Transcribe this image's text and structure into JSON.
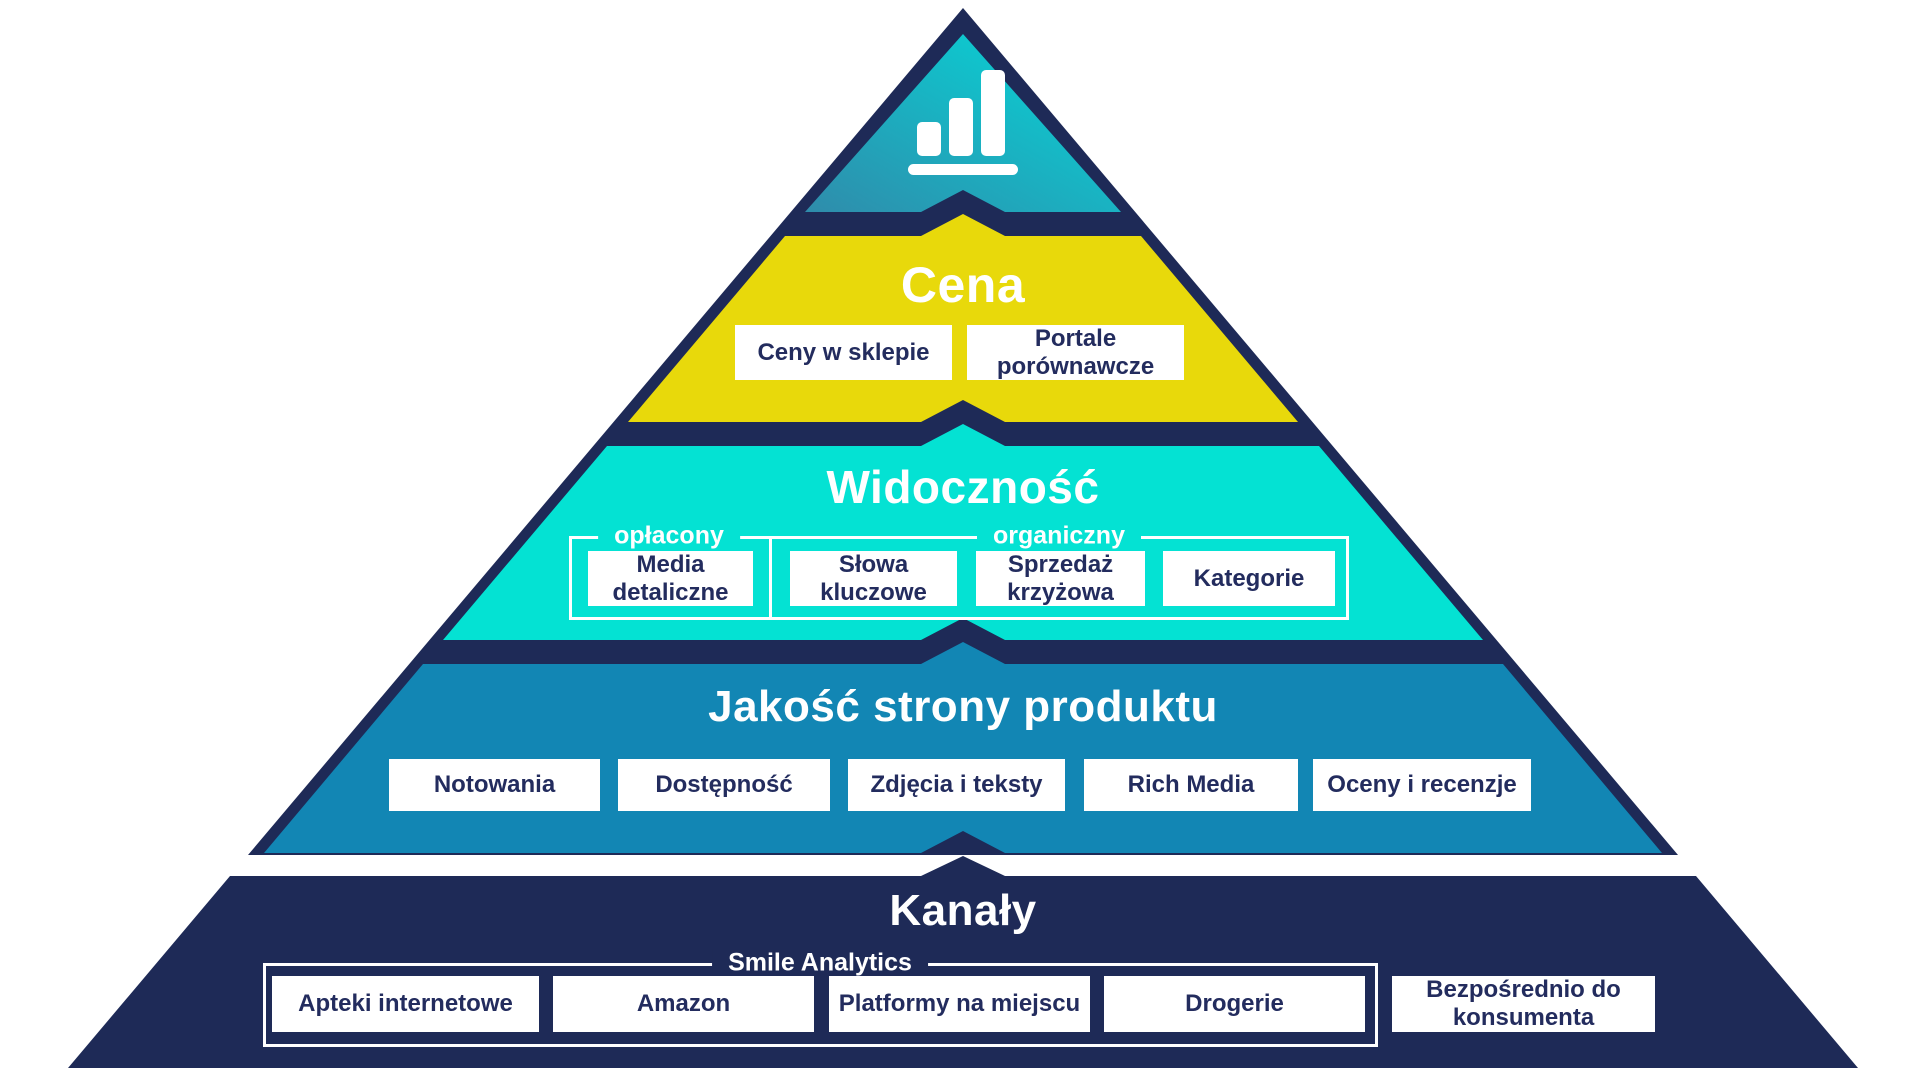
{
  "diagram": {
    "type": "pyramid",
    "levels": [
      {
        "id": "apex",
        "icon": "bar-chart-icon"
      },
      {
        "id": "cena",
        "title": "Cena",
        "items": [
          "Ceny w sklepie",
          "Portale porównawcze"
        ]
      },
      {
        "id": "widocznosc",
        "title": "Widoczność",
        "groups": [
          {
            "label": "opłacony",
            "items": [
              "Media detaliczne"
            ]
          },
          {
            "label": "organiczny",
            "items": [
              "Słowa kluczowe",
              "Sprzedaż krzyżowa",
              "Kategorie"
            ]
          }
        ]
      },
      {
        "id": "jakosc",
        "title": "Jakość strony produktu",
        "items": [
          "Notowania",
          "Dostępność",
          "Zdjęcia i teksty",
          "Rich Media",
          "Oceny i recenzje"
        ]
      },
      {
        "id": "kanaly",
        "title": "Kanały",
        "group": {
          "label": "Smile Analytics",
          "items": [
            "Apteki internetowe",
            "Amazon",
            "Platformy na miejscu",
            "Drogerie"
          ]
        },
        "outside_items": [
          "Bezpośrednio do konsumenta"
        ]
      }
    ]
  },
  "colors": {
    "navy": "#1e2a57",
    "text_navy": "#232c5e",
    "yellow": "#e8d90b",
    "cyan": "#04e2d3",
    "blue": "#1286b4",
    "teal_gradient_start": "#2f8cab",
    "teal_gradient_end": "#04d9d9",
    "white": "#ffffff"
  }
}
